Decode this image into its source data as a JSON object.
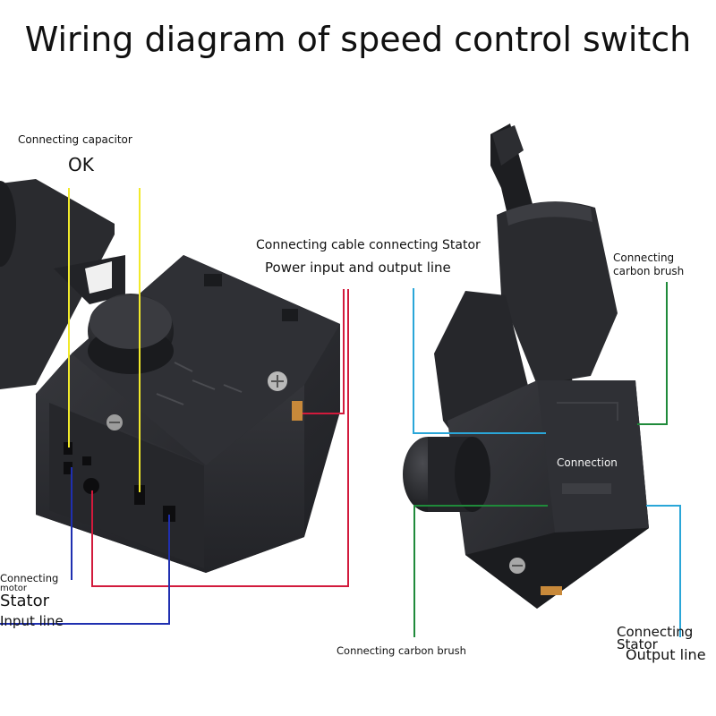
{
  "title": "Wiring diagram of speed control switch",
  "labels": {
    "connecting_capacitor": "Connecting capacitor",
    "ok": "OK",
    "cable_stator": "Connecting cable connecting Stator",
    "power_io": "Power input and output line",
    "carbon_brush_top_line1": "Connecting",
    "carbon_brush_top_line2": "carbon brush",
    "connection": "Connection",
    "motor_line1": "Connecting",
    "motor_line2": "motor",
    "stator": "Stator",
    "input_line": "Input line",
    "carbon_brush_bottom": "Connecting carbon brush",
    "stator_out_line1": "Connecting",
    "stator_out_line2": "Stator",
    "output_line": "Output line"
  },
  "colors": {
    "yellow_wire": "#f2ea2a",
    "red_wire": "#d21a3c",
    "blue_wire": "#1f2fb0",
    "cyan_wire": "#2aa6d8",
    "green_wire": "#1f8a3a",
    "switch_body": "#2b2c30"
  }
}
